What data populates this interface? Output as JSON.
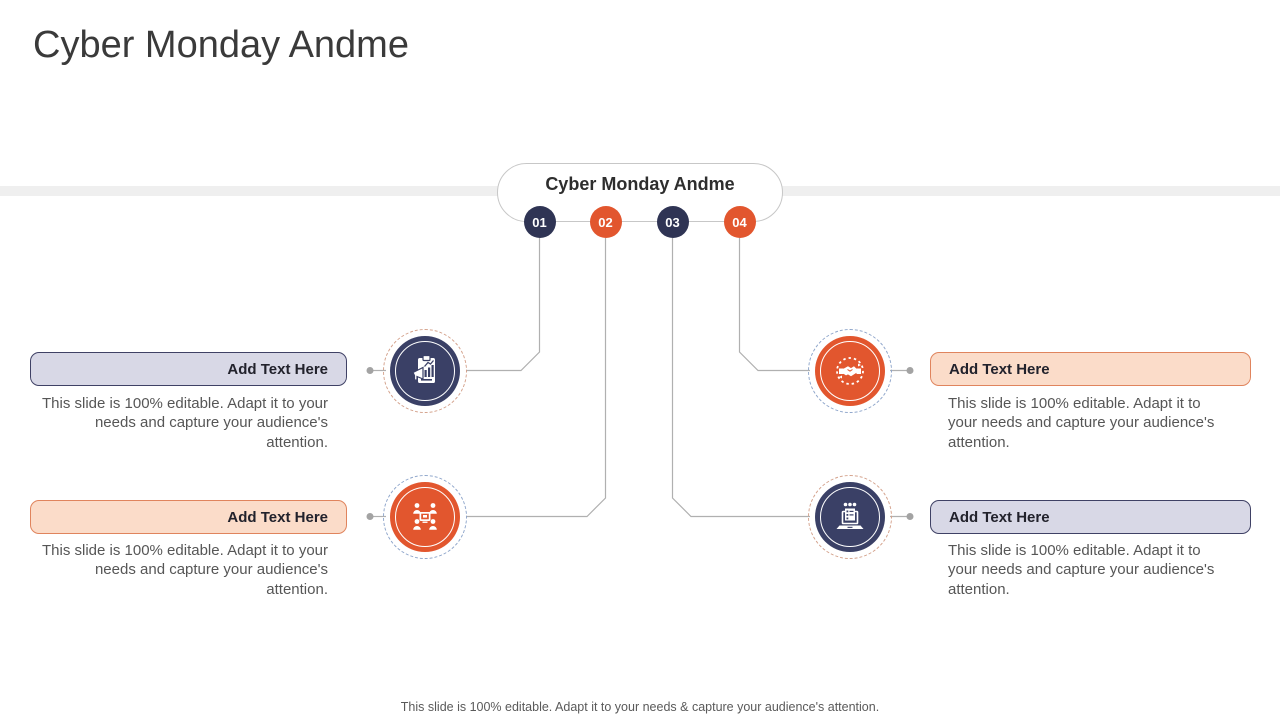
{
  "title": "Cyber Monday Andme",
  "diagram": {
    "center_label": "Cyber Monday Andme",
    "steps": [
      {
        "number": "01",
        "color": "#2f3454"
      },
      {
        "number": "02",
        "color": "#e2562e"
      },
      {
        "number": "03",
        "color": "#2f3454"
      },
      {
        "number": "04",
        "color": "#e2562e"
      }
    ],
    "cards": [
      {
        "position": "top-left",
        "heading": "Add Text Here",
        "body": "This slide is 100% editable. Adapt it to your needs and capture your audience's attention.",
        "icon": "clipboard-chart-icon"
      },
      {
        "position": "bottom-left",
        "heading": "Add Text Here",
        "body": "This slide is 100% editable. Adapt it to your needs and capture your audience's attention.",
        "icon": "people-network-icon"
      },
      {
        "position": "top-right",
        "heading": "Add Text Here",
        "body": "This slide is 100% editable. Adapt it to your needs and capture your audience's attention.",
        "icon": "handshake-icon"
      },
      {
        "position": "bottom-right",
        "heading": "Add Text Here",
        "body": "This slide is 100% editable. Adapt it to your needs and capture your audience's attention.",
        "icon": "laptop-presentation-icon"
      }
    ]
  },
  "footer": "This slide is 100% editable. Adapt it to your needs & capture your audience's attention.",
  "colors": {
    "navy": "#3a4066",
    "orange": "#e2562e",
    "lavender_fill": "#d8d8e6",
    "lavender_border": "#3f4165",
    "peach_fill": "#fbdcc9",
    "peach_border": "#e0845d",
    "connector": "#b0b0b0",
    "band": "#efefef",
    "body_text": "#565656"
  }
}
